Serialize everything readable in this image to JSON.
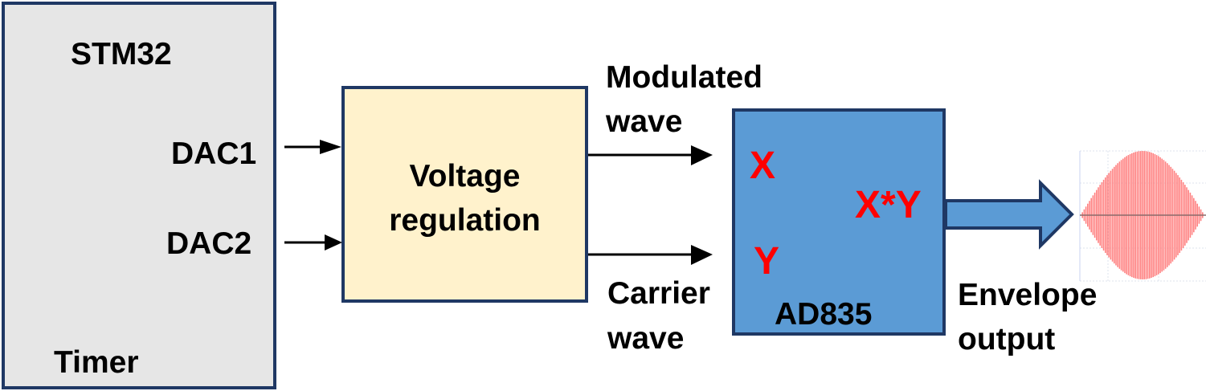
{
  "blocks": {
    "stm32": {
      "title": "STM32",
      "pins": [
        "DAC1",
        "DAC2"
      ],
      "footer": "Timer",
      "fill": "#e6e6e6"
    },
    "voltage_regulation": {
      "line1": "Voltage",
      "line2": "regulation",
      "fill": "#fff2cc"
    },
    "ad835": {
      "name": "AD835",
      "input_x": "X",
      "input_y": "Y",
      "output": "X*Y",
      "fill": "#5b9bd5",
      "symbol_color": "#ff0000"
    }
  },
  "signals": {
    "modulated": {
      "line1": "Modulated",
      "line2": "wave"
    },
    "carrier": {
      "line1": "Carrier",
      "line2": "wave"
    },
    "envelope": {
      "line1": "Envelope",
      "line2": "output"
    }
  },
  "colors": {
    "border": "#1f3864",
    "waveform": "#ff8080",
    "arrow_fill": "#5b9bd5"
  }
}
